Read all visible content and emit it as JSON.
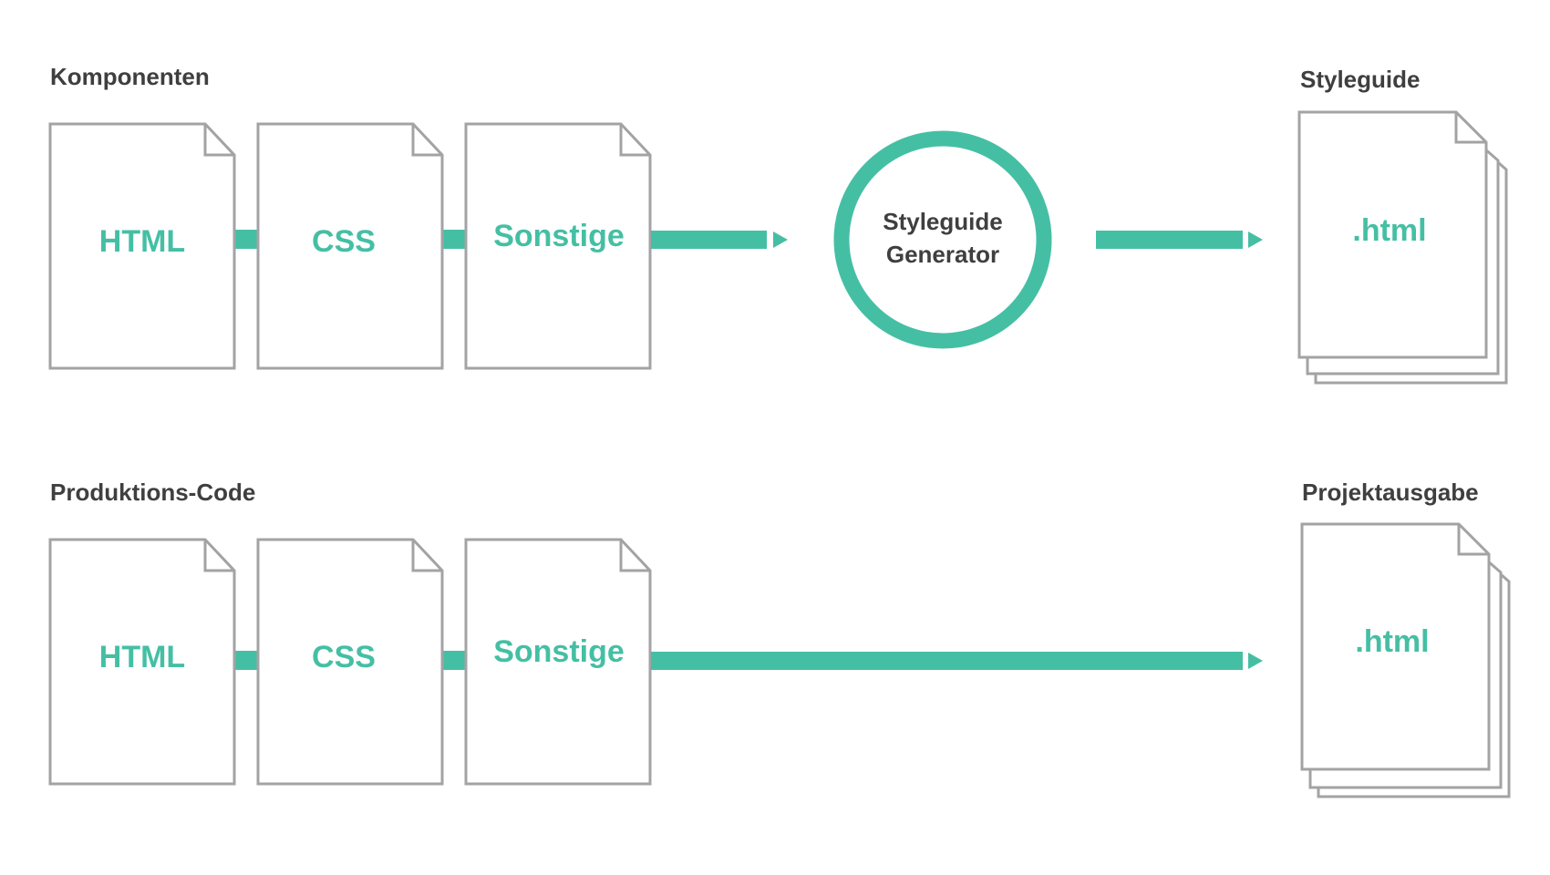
{
  "colors": {
    "accent": "#45bfa4",
    "doc_stroke": "#a3a3a3",
    "doc_fill": "#ffffff",
    "label": "#3f3f3f"
  },
  "rows": {
    "top": {
      "section_label": "Komponenten",
      "docs": [
        "HTML",
        "CSS",
        "Sonstige"
      ],
      "generator": {
        "line1": "Styleguide",
        "line2": "Generator"
      },
      "output_label": "Styleguide",
      "output_doc": ".html"
    },
    "bottom": {
      "section_label": "Produktions-Code",
      "docs": [
        "HTML",
        "CSS",
        "Sonstige"
      ],
      "output_label": "Projektausgabe",
      "output_doc": ".html"
    }
  }
}
